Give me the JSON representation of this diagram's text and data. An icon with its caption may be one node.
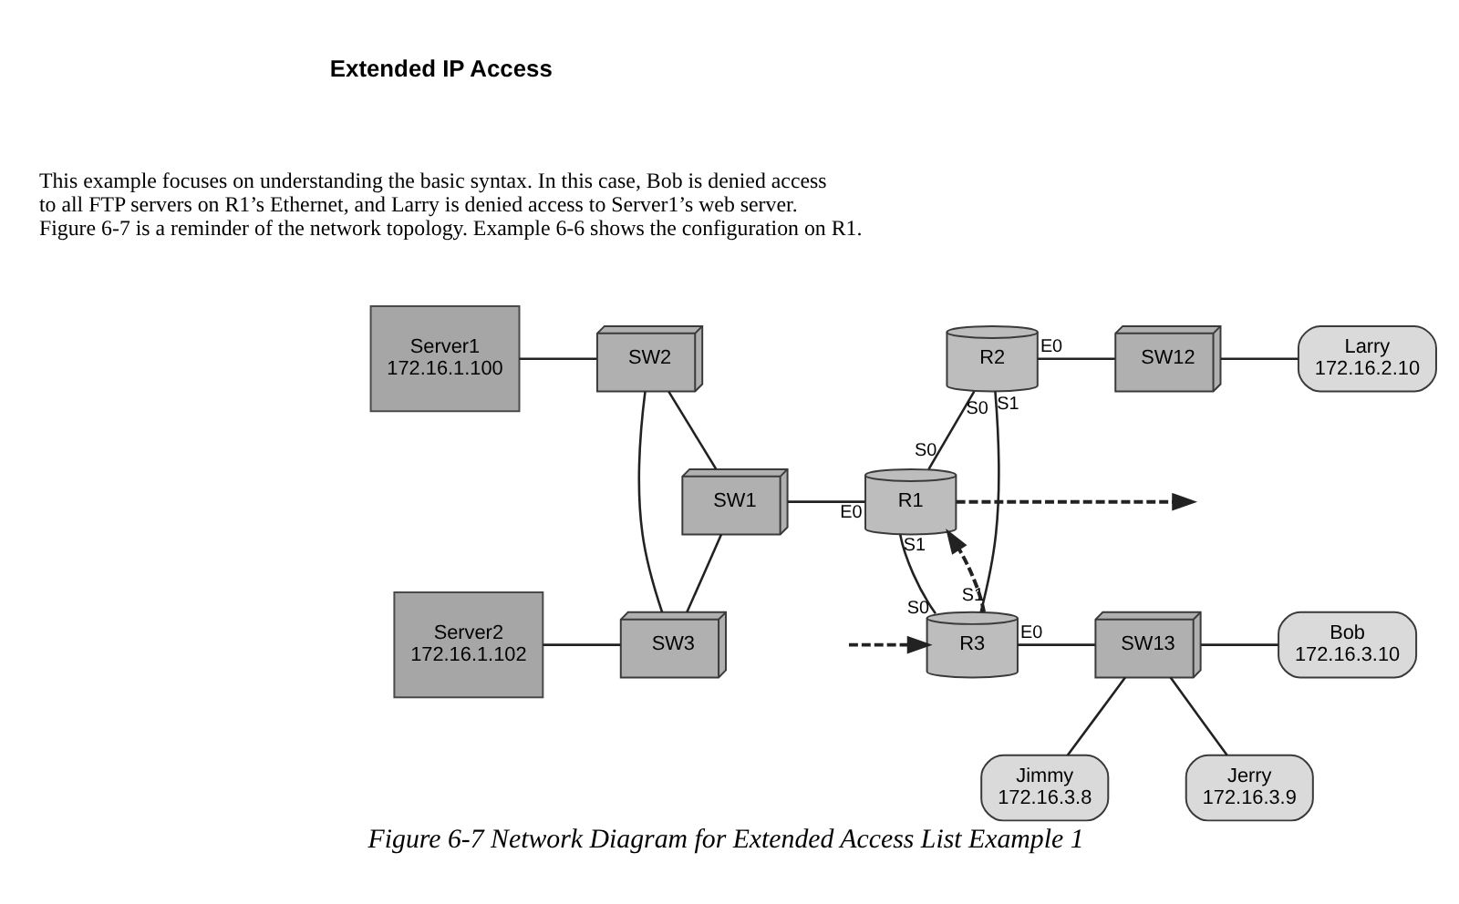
{
  "diagram": {
    "caption": "Figure 6-7 Network Diagram for Extended Access List Example 1",
    "nodes": [
      {
        "text": [
          "Server1",
          "172.16.1.100"
        ]
      },
      {
        "text": [
          "SW2"
        ]
      },
      {
        "text": [
          "R2"
        ],
        "beside": [
          "S0",
          "E0",
          "S1"
        ]
      },
      {
        "text": [
          "SW12"
        ]
      },
      {
        "text": [
          "Larry",
          "172.16.2.10"
        ]
      },
      {
        "text": [
          "SW1"
        ]
      },
      {
        "text": [
          "R1"
        ],
        "beside": [
          "S0",
          "E0",
          "S1"
        ]
      },
      {
        "text": [
          "Server2",
          "172.16.1.102"
        ]
      },
      {
        "text": [
          "SW3"
        ]
      },
      {
        "text": [
          "R3"
        ],
        "beside": [
          "S1",
          "S0",
          "E0"
        ]
      },
      {
        "text": [
          "SW13"
        ]
      },
      {
        "text": [
          "Bob",
          "172.16.3.10"
        ]
      },
      {
        "text": [
          "Jimmy",
          "172.16.3.8"
        ]
      },
      {
        "text": [
          "Jerry",
          "172.16.3.9"
        ]
      }
    ],
    "edges": [
      {
        "from": 0,
        "to": 1,
        "arrow": "none"
      },
      {
        "from": 1,
        "to": 5,
        "arrow": "none"
      },
      {
        "from": 1,
        "to": 8,
        "arrow": "none"
      },
      {
        "from": 7,
        "to": 8,
        "arrow": "none"
      },
      {
        "from": 5,
        "to": 8,
        "arrow": "none"
      },
      {
        "from": 5,
        "to": 6,
        "arrow": "none"
      },
      {
        "from": 2,
        "to": 6,
        "arrow": "none"
      },
      {
        "from": 2,
        "to": 3,
        "arrow": "none"
      },
      {
        "from": 3,
        "to": 4,
        "arrow": "none"
      },
      {
        "from": 2,
        "to": 9,
        "arrow": "none"
      },
      {
        "from": 6,
        "to": 9,
        "arrow": "none"
      },
      {
        "from": 9,
        "to": 10,
        "arrow": "none"
      },
      {
        "from": 10,
        "to": 11,
        "arrow": "none"
      },
      {
        "from": 10,
        "to": 12,
        "arrow": "none"
      },
      {
        "from": 10,
        "to": 13,
        "arrow": "none"
      },
      {
        "from": null,
        "to": 9,
        "arrow": "to",
        "style": "dashed"
      },
      {
        "from": 9,
        "to": 6,
        "arrow": "to",
        "style": "dashed"
      },
      {
        "from": 6,
        "to": null,
        "arrow": "to",
        "style": "dashed"
      }
    ],
    "labels": [
      "Extended IP Access",
      "This example focuses on understanding the basic syntax. In this case, Bob is denied access to all FTP servers on R1’s Ethernet, and Larry is denied access to Server1’s web server. Figure 6-7 is a reminder of the network topology. Example 6-6 shows the configuration on R1."
    ]
  }
}
